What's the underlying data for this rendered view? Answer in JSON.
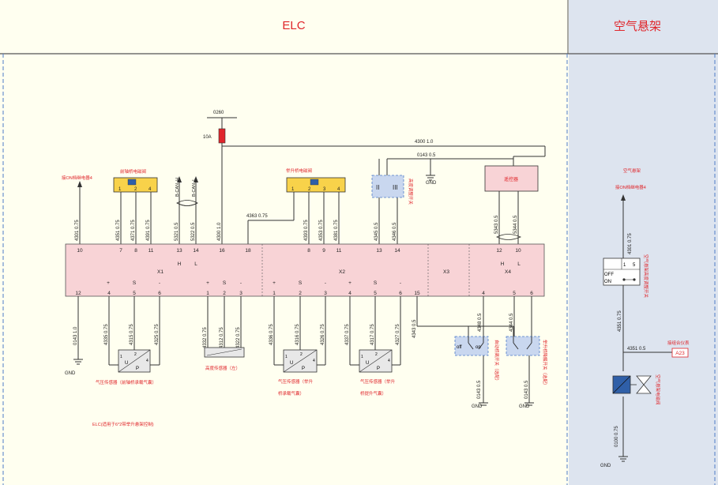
{
  "titles": {
    "main": "ELC",
    "side": "空气悬架"
  },
  "top": {
    "fuse_wire": "0260",
    "fuse_rating": "10A",
    "w4300": "4300 1.0",
    "w0143": "0143 0.5",
    "gnd_top": "GND"
  },
  "relays": {
    "lower": "前轴桥电磁阀",
    "lift": "举升桥电磁阀"
  },
  "pin_nums": {
    "p1": "1",
    "p2": "2",
    "p3": "3",
    "p4": "4"
  },
  "components": {
    "relay4_left": "接ON档继电器4",
    "can_h": "B-CAN_H",
    "can_l": "B-CAN_L",
    "height_switch": "高度调整开关",
    "remote": "遥控器",
    "roman2": "II",
    "roman3": "III"
  },
  "wires": {
    "w4301": "4301 0.75",
    "w4351": "4351 0.75",
    "w4371": "4371 0.75",
    "w4391": "4391 0.75",
    "w5321": "5321 0.5",
    "w5322": "5322 0.5",
    "w4300b": "4300 1.0",
    "w4363": "4363 0.75",
    "w4393": "4393 0.75",
    "w4353": "4353 0.75",
    "w4381": "4381 0.75",
    "w4345": "4345 0.5",
    "w4346": "4346 0.5",
    "w5343": "5343 0.5",
    "w5344": "5344 0.5",
    "w0143b": "0143 1.0",
    "w4335": "4335 0.75",
    "w4315": "4315 0.75",
    "w4325": "4325 0.75",
    "w4332": "4332 0.75",
    "w4312": "4312 0.75",
    "w4322": "4322 0.75",
    "w4336": "4336 0.75",
    "w4316": "4316 0.75",
    "w4326": "4326 0.75",
    "w4337": "4337 0.75",
    "w4317": "4317 0.75",
    "w4327": "4327 0.75",
    "w4343": "4343 0.5",
    "w4348": "4348 0.5",
    "w4344": "4344 0.5",
    "w0143c": "0143 0.5",
    "w0143d": "0143 0.5"
  },
  "connector": {
    "x1": "X1",
    "x2": "X2",
    "x3": "X3",
    "x4": "X4",
    "h": "H",
    "l": "L",
    "top_pins": {
      "a": "10",
      "b": "7",
      "c": "8",
      "d": "11",
      "e": "13",
      "f": "14",
      "g": "16",
      "h": "18",
      "i": "8",
      "j": "9",
      "k": "11",
      "l": "13",
      "m": "14",
      "n": "12",
      "o": "10"
    },
    "bot_pins": {
      "a": "12",
      "b": "4",
      "c": "5",
      "d": "6",
      "e": "1",
      "f": "2",
      "g": "3",
      "h": "1",
      "i": "2",
      "j": "3",
      "k": "4",
      "l": "5",
      "m": "6",
      "n": "15",
      "o": "4",
      "p": "5",
      "q": "6"
    },
    "plus": "+",
    "s": "S",
    "minus": "-"
  },
  "sensors": {
    "s1": "气压传感器（前轴桥承载气囊）",
    "s2": "高度传感器（左）",
    "s3a": "气压传感器（举升",
    "s3b": "桥承载气囊）",
    "s4a": "气压传感器（举升",
    "s4b": "桥提升气囊）",
    "u": "U",
    "p": "P"
  },
  "switches": {
    "off": "off",
    "on": "on",
    "sw1": "自动桥离开关（选配）",
    "sw2": "举升桥降解开关（选配）"
  },
  "bottom": {
    "gnd1": "GND",
    "gnd2": "GND",
    "gnd3": "GND",
    "note": "ELC(适用于6*2带举升悬架控制)"
  },
  "side": {
    "label1": "空气悬架",
    "label2": "接ON档继电器4",
    "w4301": "4301 0.75",
    "sw_off": "OFF",
    "sw_on": "ON",
    "sw_1": "1",
    "sw_5": "5",
    "sw_label": "空气悬架高度调整开关",
    "w4351": "4351 0.75",
    "w4351b": "4351 0.5",
    "a23_label": "接组合仪表",
    "a23": "A23",
    "valve_label": "空气悬架电磁阀",
    "w0100": "0100 0.75",
    "gnd": "GND"
  },
  "colors": {
    "connector": "#f8d3d6",
    "relay": "#f8d24a",
    "switch": "#c9d7ef",
    "side_bg": "#dde4ef",
    "red": "#e0262b",
    "valve": "#2f5fa8"
  }
}
